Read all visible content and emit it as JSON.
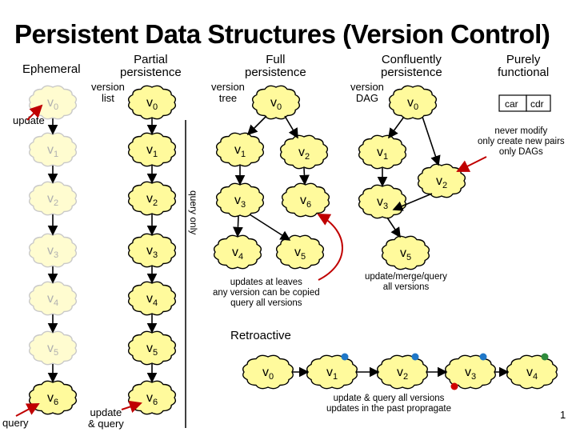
{
  "title": "Persistent Data Structures (Version Control)",
  "headers": {
    "ephemeral": "Ephemeral",
    "partial": "Partial\npersistence",
    "full": "Full\npersistence",
    "confluent": "Confluently\npersistence",
    "functional": "Purely\nfunctional",
    "retroactive": "Retroactive"
  },
  "labels": {
    "update": "update",
    "query": "query",
    "update_query": "update\n& query",
    "version_list": "version\nlist",
    "version_tree": "version\ntree",
    "version_dag": "version\nDAG",
    "query_only": "query only",
    "car": "car",
    "cdr": "cdr",
    "functional_note": "never modify\nonly create new pairs\nonly DAGs",
    "full_note": "updates at leaves\nany version can be copied\nquery all versions",
    "confluent_note": "update/merge/query\nall versions",
    "retro_note": "update & query all versions\nupdates in the past propragate",
    "page_number": "1"
  },
  "versions": {
    "ephemeral": [
      "0",
      "1",
      "2",
      "3",
      "4",
      "5",
      "6"
    ],
    "partial": [
      "0",
      "1",
      "2",
      "3",
      "4",
      "5",
      "6"
    ],
    "full": [
      "0",
      "1",
      "2",
      "3",
      "6",
      "4",
      "5"
    ],
    "confluent": [
      "0",
      "1",
      "2",
      "3",
      "5"
    ],
    "retroactive": [
      "0",
      "1",
      "2",
      "3",
      "4"
    ]
  },
  "colors": {
    "node_fill": "#fffa9c",
    "faded_fill": "#fffcd0",
    "arrow_red": "#c00000",
    "dot_blue": "#1f77c8",
    "dot_red": "#d00000",
    "dot_green": "#2e8b3d"
  }
}
